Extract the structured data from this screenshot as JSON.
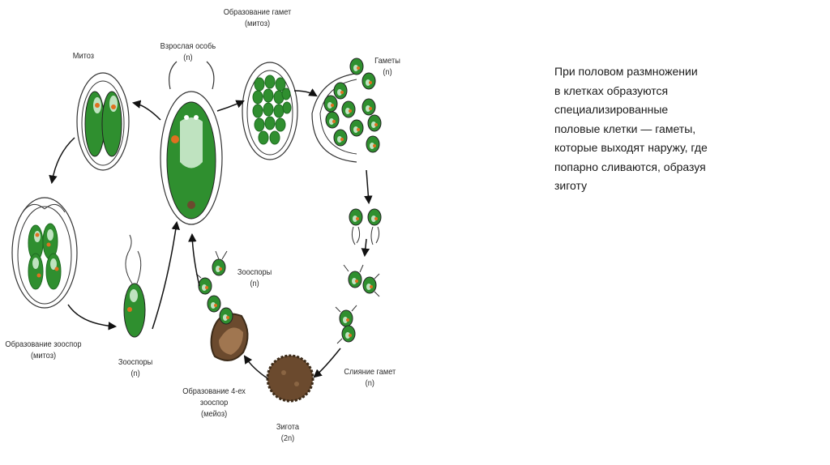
{
  "diagram": {
    "labels": {
      "mitosis": "Митоз",
      "adult": "Взрослая особь",
      "adult_ploidy": "(n)",
      "gamete_formation": "Образование гамет",
      "gamete_formation_note": "(митоз)",
      "gametes": "Гаметы",
      "gametes_ploidy": "(n)",
      "zoospore_formation": "Образование зооспор",
      "zoospore_formation_note": "(митоз)",
      "zoospores_left": "Зооспоры",
      "zoospores_left_ploidy": "(n)",
      "zoospores_mid": "Зооспоры",
      "zoospores_mid_ploidy": "(n)",
      "four_zoospores_1": "Образование 4-ех",
      "four_zoospores_2": "зооспор",
      "four_zoospores_3": "(мейоз)",
      "zygote": "Зигота",
      "zygote_ploidy": "(2n)",
      "gamete_fusion": "Слияние гамет",
      "gamete_fusion_ploidy": "(n)"
    },
    "colors": {
      "cell_green": "#2f8f2f",
      "cell_dark": "#1f6b22",
      "chloroplast_light": "#bfe3c0",
      "eyespot": "#e07020",
      "zygote_brown": "#6b4a2e",
      "outline": "#333333"
    }
  },
  "text": {
    "description": "При половом размножении\nв клетках образуются\nспециализированные\nполовые клетки — гаметы,\nкоторые выходят наружу, где\nпопарно сливаются, образуя\nзиготу"
  }
}
